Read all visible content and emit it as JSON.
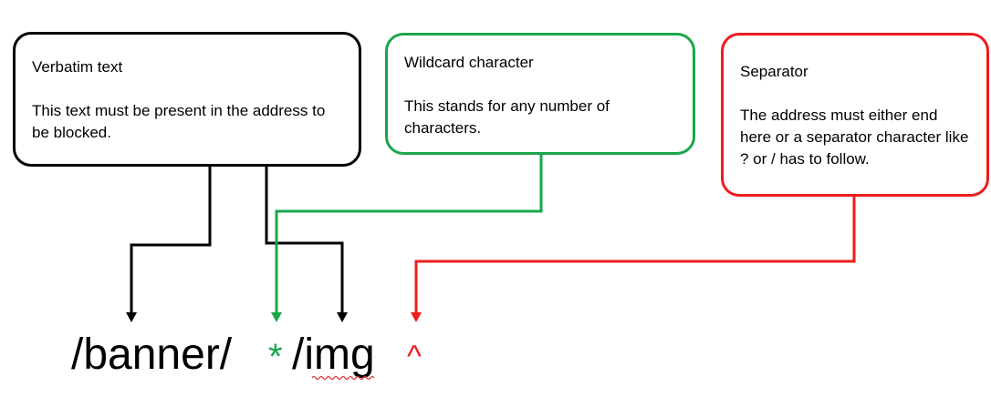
{
  "boxes": {
    "verbatim": {
      "title": "Verbatim text",
      "description": "This text must be present in the address to be blocked.",
      "border_color": "#000000"
    },
    "wildcard": {
      "title": "Wildcard character",
      "description": "This stands for any number of characters.",
      "border_color": "#1aa64b"
    },
    "separator": {
      "title": "Separator",
      "description": "The address must either end here or a separator character like ? or / has to follow.",
      "border_color": "#ee1c1c"
    }
  },
  "pattern": {
    "banner": "/banner/",
    "star": "*",
    "img": "/img",
    "caret": "^",
    "colors": {
      "verbatim": "#000000",
      "wildcard": "#1aa64b",
      "separator": "#ee1c1c"
    }
  }
}
